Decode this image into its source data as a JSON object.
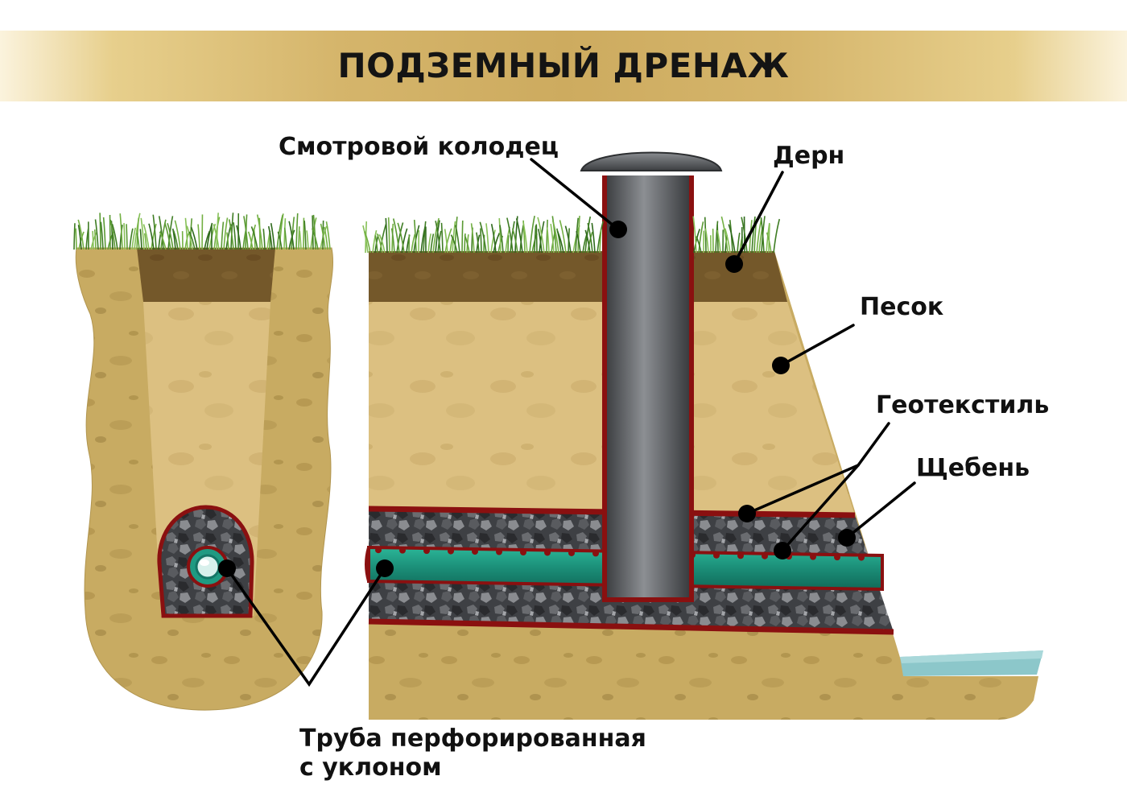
{
  "title": "ПОДЗЕМНЫЙ ДРЕНАЖ",
  "labels": {
    "inspection_well": "Смотровой колодец",
    "turf": "Дерн",
    "sand": "Песок",
    "geotextile": "Геотекстиль",
    "gravel": "Щебень",
    "pipe_line1": "Труба перфорированная",
    "pipe_line2": "с уклоном"
  },
  "colors": {
    "banner_gold": "#cdab5f",
    "soil": "#c7ab63",
    "sand": "#dcc081",
    "turf_layer": "#75592a",
    "grass": "#4f8f2e",
    "gravel": "#45474b",
    "geotextile": "#8a1010",
    "pipe": "#1f9a82",
    "well": "#6c6f73",
    "water": "#88c4c8"
  }
}
